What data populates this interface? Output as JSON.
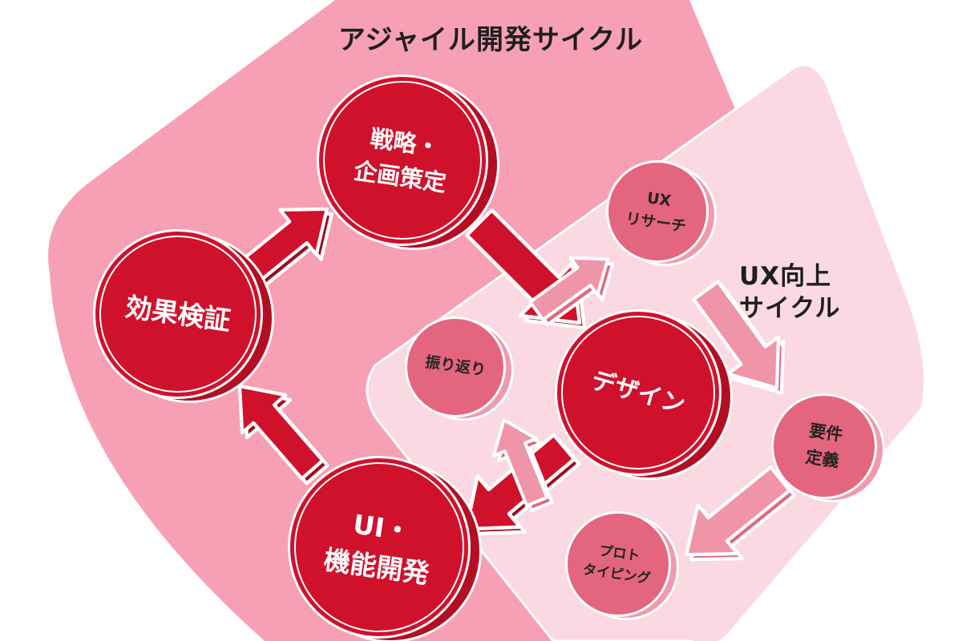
{
  "titles": {
    "main": "アジャイル開発サイクル",
    "sub_line1": "UX向上",
    "sub_line2": "サイクル"
  },
  "nodes": {
    "strategy": {
      "line1": "戦略・",
      "line2": "企画策定"
    },
    "verification": {
      "line1": "効果検証"
    },
    "ui_dev": {
      "line1": "UI・",
      "line2": "機能開発"
    },
    "design": {
      "line1": "デザイン"
    },
    "ux_research": {
      "line1": "UX",
      "line2": "リサーチ"
    },
    "retrospective": {
      "line1": "振り返り"
    },
    "requirements": {
      "line1": "要件",
      "line2": "定義"
    },
    "prototyping": {
      "line1": "プロト",
      "line2": "タイピング"
    }
  },
  "colors": {
    "outer_cycle_bg": "#f7a0b5",
    "inner_cycle_bg": "#fad9e2",
    "red_node": "#d0112b",
    "red_node_shadow": "#b30e23",
    "pink_node": "#e4657e",
    "pink_node_shadow": "#ef9bad",
    "red_arrow": "#d0112b",
    "red_arrow_shadow": "#9e0c1f",
    "pink_arrow": "#f094a8",
    "pink_arrow_shadow": "#de6983",
    "title_text": "#1e1e1e",
    "node_text_light": "#ffffff",
    "node_text_dark": "#242424"
  }
}
